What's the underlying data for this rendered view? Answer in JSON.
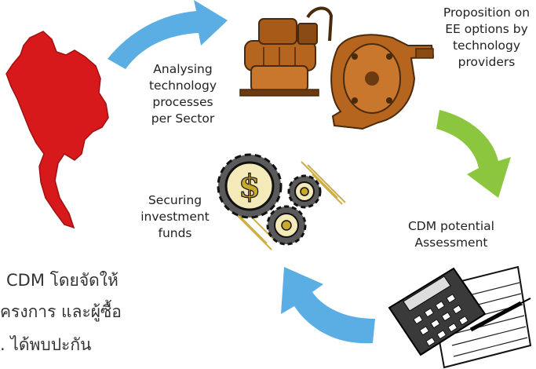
{
  "diagram": {
    "steps": [
      {
        "id": "analysing",
        "text": "Analysing\ntechnology\nprocesses\nper Sector"
      },
      {
        "id": "proposition",
        "text": "Proposition on\nEE options by\ntechnology\nproviders"
      },
      {
        "id": "cdm",
        "text": "CDM potential\nAssessment"
      },
      {
        "id": "securing",
        "text": "Securing\ninvestment\nfunds"
      }
    ],
    "arrow_colors": {
      "blue": "#5aaee3",
      "green": "#8cc63f"
    },
    "map_color": "#d7191c",
    "icons": [
      "thailand-map-icon",
      "water-pump-icon",
      "gear-pump-icon",
      "dollar-gears-icon",
      "calculator-notepad-icon"
    ]
  },
  "body_text": {
    "line1": "CDM โดยจัดให้",
    "line2": "ครงการ และผู้ซื้อ",
    "line3": ". ได้พบปะกัน"
  }
}
